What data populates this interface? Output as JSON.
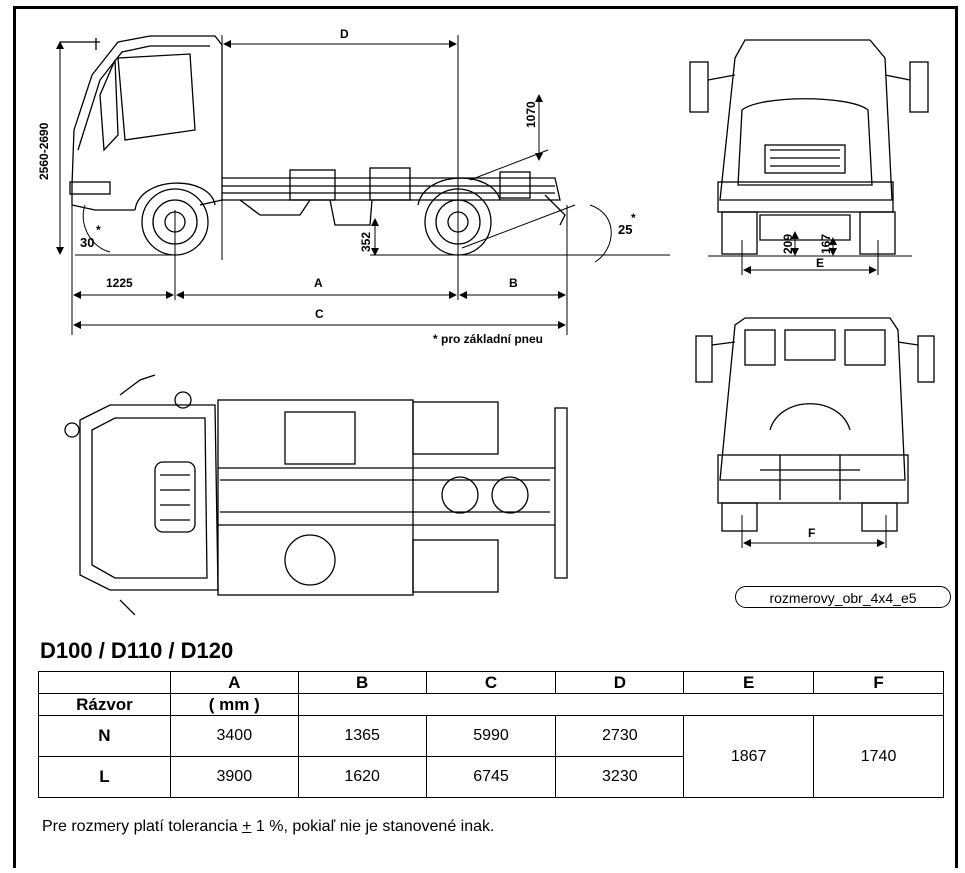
{
  "diagram": {
    "dim_labels": {
      "D": "D",
      "h1070": "1070",
      "h2560": "2560-2690",
      "a30": "30",
      "a25": "25",
      "h352": "352",
      "d1225": "1225",
      "A": "A",
      "B": "B",
      "C": "C",
      "h209": "209",
      "h167": "167",
      "E": "E",
      "F": "F",
      "star": "*"
    },
    "footnote": "* pro základní pneu",
    "reference_label": "rozmerovy_obr_4x4_e5"
  },
  "model_title": "D100 / D110 / D120",
  "table": {
    "headers": [
      "",
      "A",
      "B",
      "C",
      "D",
      "E",
      "F"
    ],
    "row_header_label": "Rázvor",
    "unit": "( mm )",
    "rows": [
      {
        "label": "N",
        "A": "3400",
        "B": "1365",
        "C": "5990",
        "D": "2730"
      },
      {
        "label": "L",
        "A": "3900",
        "B": "1620",
        "C": "6745",
        "D": "3230"
      }
    ],
    "E": "1867",
    "F": "1740"
  },
  "note": {
    "prefix": "Pre rozmery platí tolerancia ",
    "pm": "+",
    "suffix": " 1 %, pokiaľ nie je stanovené inak."
  }
}
